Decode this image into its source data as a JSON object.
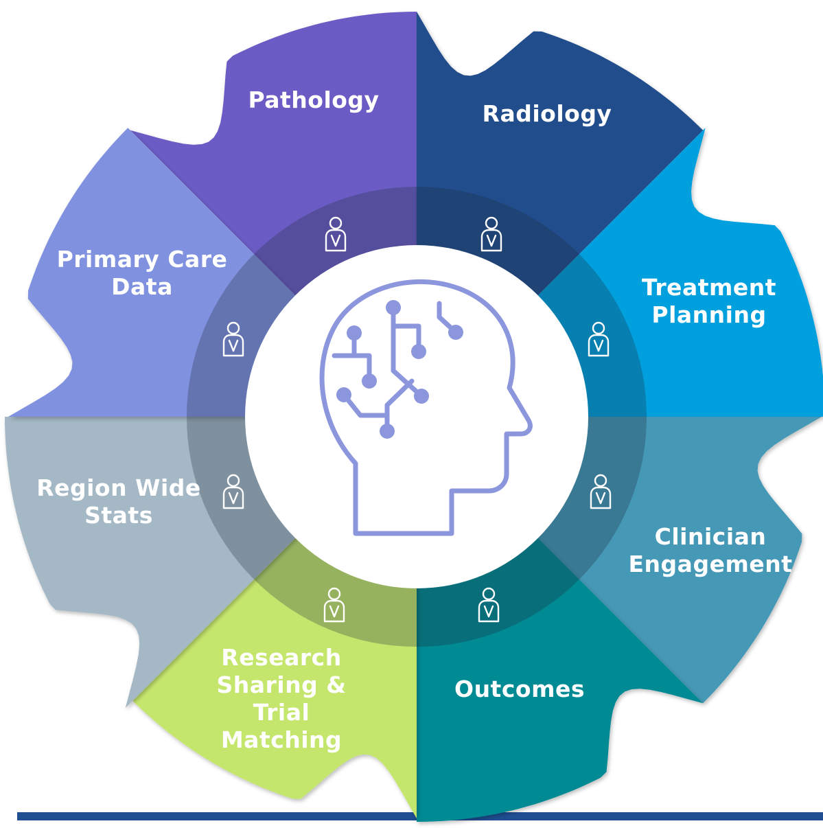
{
  "segments": [
    {
      "id": "pathology",
      "lines": [
        "Pathology"
      ],
      "color": "#6a5bc4"
    },
    {
      "id": "radiology",
      "lines": [
        "Radiology"
      ],
      "color": "#204e8d"
    },
    {
      "id": "treatment-planning",
      "lines": [
        "Treatment",
        "Planning"
      ],
      "color": "#03a0df"
    },
    {
      "id": "clinician-engagement",
      "lines": [
        "Clinician",
        "Engagement"
      ],
      "color": "#4498b6"
    },
    {
      "id": "outcomes",
      "lines": [
        "Outcomes"
      ],
      "color": "#028a93"
    },
    {
      "id": "research-sharing",
      "lines": [
        "Research",
        "Sharing &",
        "Trial",
        "Matching"
      ],
      "color": "#c5e66d"
    },
    {
      "id": "region-wide-stats",
      "lines": [
        "Region Wide",
        "Stats"
      ],
      "color": "#a5b8c5"
    },
    {
      "id": "primary-care-data",
      "lines": [
        "Primary Care",
        "Data"
      ],
      "color": "#7f91df"
    }
  ],
  "colors": {
    "ring_overlay": "#1e2a3a",
    "center": "#ffffff",
    "head_icon": "#8b96dc",
    "baseline": "#1f4e93",
    "label_text": "#ffffff"
  },
  "icons": {
    "center": "head-circuit-icon",
    "ring": "person-icon"
  }
}
